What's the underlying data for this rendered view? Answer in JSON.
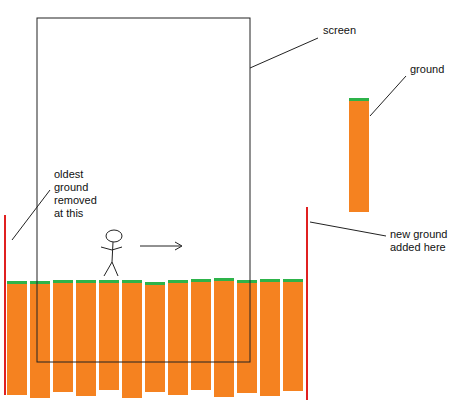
{
  "diagram": {
    "labels": [
      "screen",
      "ground",
      "oldest ground removed at this",
      "new ground added here"
    ]
  }
}
